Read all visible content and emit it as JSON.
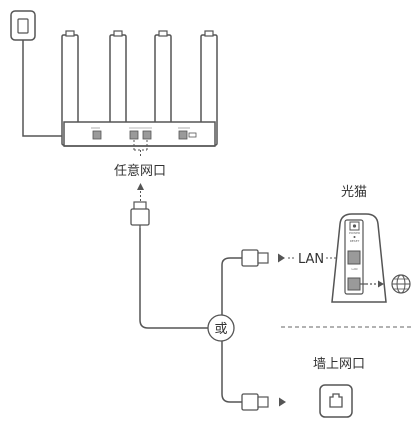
{
  "labels": {
    "any_port": "任意网口",
    "optical_modem": "光猫",
    "lan": "LAN",
    "or": "或",
    "wall_port": "墙上网口"
  },
  "modem_panel": {
    "power": "POWER",
    "reset": "RESET",
    "lan": "LAN"
  },
  "colors": {
    "stroke": "#555555",
    "port_fill": "#9a9a9a",
    "text": "#333333"
  },
  "icons": [
    "power-adapter-icon",
    "router-icon",
    "ethernet-plug-icon",
    "optical-modem-icon",
    "globe-icon",
    "wall-socket-icon"
  ]
}
